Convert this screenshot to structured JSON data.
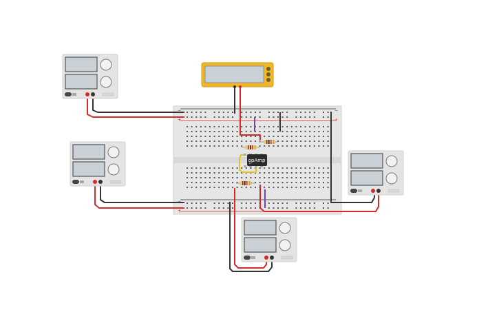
{
  "components": {
    "opamp_label": "opAmp",
    "multimeter": {
      "display": ""
    },
    "power_supplies": [
      {
        "id": "ps-top-left"
      },
      {
        "id": "ps-mid-left"
      },
      {
        "id": "ps-right"
      },
      {
        "id": "ps-bottom"
      }
    ],
    "resistors": [
      {
        "id": "r1"
      },
      {
        "id": "r2"
      },
      {
        "id": "r3"
      }
    ]
  },
  "colors": {
    "breadboard": "#e6e6e6",
    "supply_body": "#e4e4e4",
    "lcd": "#c9d1d6",
    "multimeter_body": "#f1b52a",
    "wire_red": "#d42a2a",
    "wire_black": "#333333",
    "wire_purple": "#7b3fa8",
    "wire_yellow": "#e8c21a",
    "chip": "#2b2b2b",
    "resistor": "#e6c68d"
  }
}
